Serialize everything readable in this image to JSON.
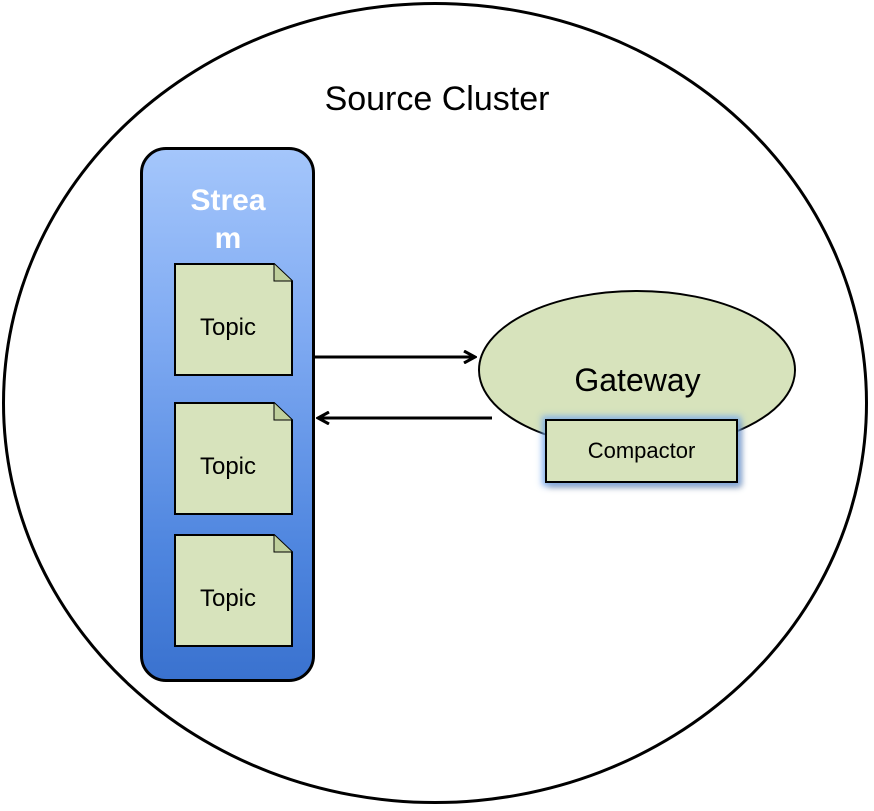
{
  "cluster": {
    "title": "Source Cluster"
  },
  "stream": {
    "title": "Stream",
    "topics": [
      {
        "label": "Topic"
      },
      {
        "label": "Topic"
      },
      {
        "label": "Topic"
      }
    ]
  },
  "gateway": {
    "title": "Gateway",
    "component": "Compactor"
  },
  "colors": {
    "stream_fill_top": "#a4c6fb",
    "stream_fill_bottom": "#3a72cf",
    "node_fill": "#d7e3bc",
    "stroke": "#000000"
  }
}
